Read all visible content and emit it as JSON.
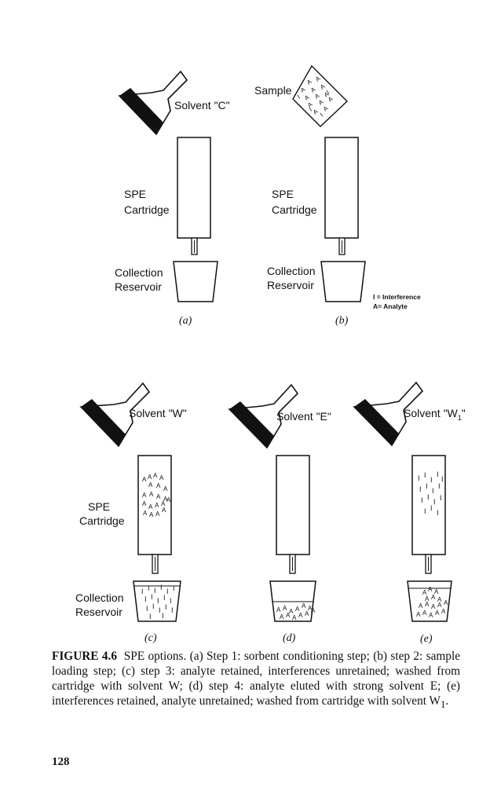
{
  "labels": {
    "solvent_c": "Solvent \"C\"",
    "sample": "Sample",
    "spe_line1": "SPE",
    "spe_line2": "Cartridge",
    "collection_line1": "Collection",
    "collection_line2": "Reservoir",
    "legend_interference": "I = Interference",
    "legend_analyte": "A= Analyte",
    "solvent_w": "Solvent \"W\"",
    "solvent_e": "Solvent \"E\"",
    "solvent_w1": "Solvent \"W",
    "solvent_w1_sub": "1",
    "solvent_w1_close": "\""
  },
  "panels": {
    "a": "(a)",
    "b": "(b)",
    "c": "(c)",
    "d": "(d)",
    "e": "(e)"
  },
  "caption": {
    "figure": "FIGURE 4.6",
    "text": "SPE options. (a) Step 1: sorbent conditioning step; (b) step 2: sample loading step; (c) step 3: analyte retained, interferences unretained; washed from cartridge with solvent W; (d) step 4: analyte eluted with strong solvent E; (e) interferences retained, analyte unretained; washed from cartridge with solvent W",
    "sub": "1",
    "end": "."
  },
  "page_number": "128",
  "glyphs": {
    "analyte": "A",
    "interference": "I"
  }
}
